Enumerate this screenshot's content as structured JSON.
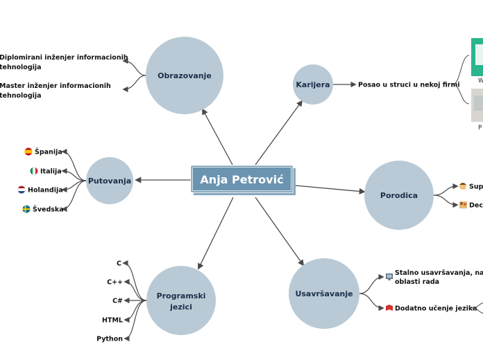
{
  "center": {
    "title": "Anja Petrović"
  },
  "topics": {
    "obrazovanje": {
      "label": "Obrazovanje",
      "items": [
        "Diplomirani inženjer informacionih tehnologija",
        "Master inženjer informacionih tehnologija"
      ]
    },
    "karijera": {
      "label": "Karijera",
      "item": "Posao u struci u nekoj firmi",
      "sub": [
        "W",
        "P"
      ]
    },
    "putovanja": {
      "label": "Putovanja",
      "items": [
        {
          "name": "Španija",
          "flag": "spain-flag-icon"
        },
        {
          "name": "Italija",
          "flag": "italy-flag-icon"
        },
        {
          "name": "Holandija",
          "flag": "netherlands-flag-icon"
        },
        {
          "name": "Švedska",
          "flag": "sweden-flag-icon"
        }
      ]
    },
    "porodica": {
      "label": "Porodica",
      "items": [
        "Sup",
        "Dec"
      ]
    },
    "programski_jezici": {
      "label_line1": "Programski",
      "label_line2": "jezici",
      "items": [
        "C",
        "C++",
        "C#",
        "HTML",
        "Python"
      ]
    },
    "usavrsavanje": {
      "label": "Usavršavanje",
      "item1_line1": "Stalno usavršavanja, najp",
      "item1_line2": "oblasti rada",
      "item2": "Dodatno učenje jezika"
    }
  },
  "colors": {
    "bubble": "#b9cad6",
    "center_box": "#6b94b0",
    "line": "#4a4a4a",
    "teal": "#2bb58f"
  }
}
